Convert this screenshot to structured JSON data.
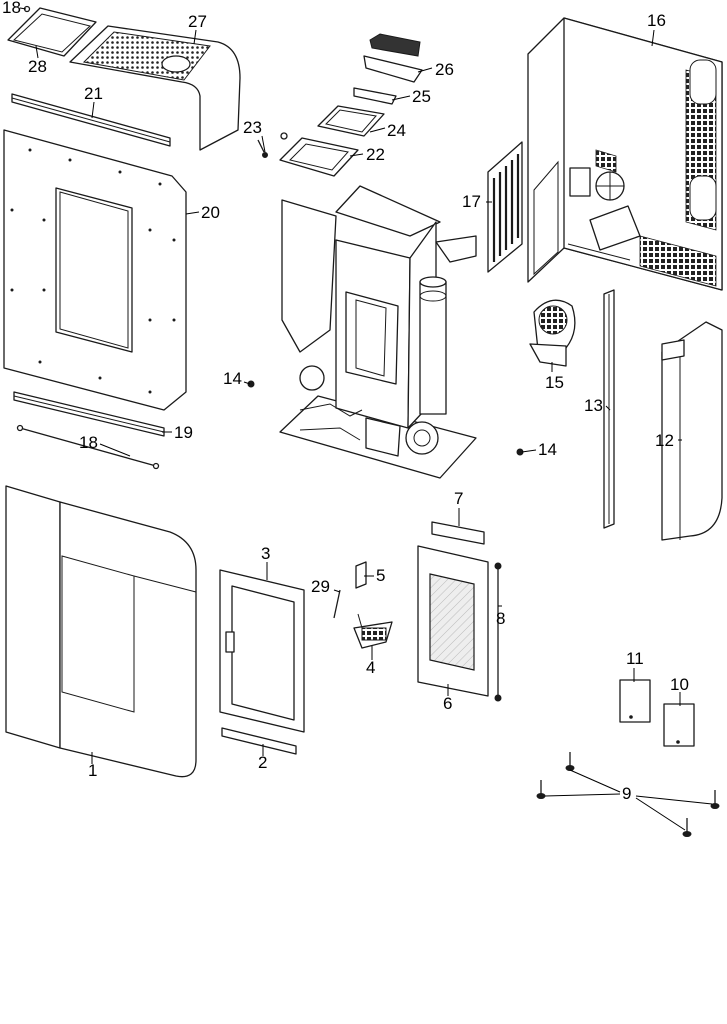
{
  "diagram": {
    "labels": {
      "p1": "1",
      "p2": "2",
      "p3": "3",
      "p4": "4",
      "p5": "5",
      "p6": "6",
      "p7": "7",
      "p8": "8",
      "p9": "9",
      "p10": "10",
      "p11": "11",
      "p12": "12",
      "p13": "13",
      "p14a": "14",
      "p14b": "14",
      "p15": "15",
      "p16": "16",
      "p17": "17",
      "p18a": "18",
      "p18b": "18",
      "p19": "19",
      "p20": "20",
      "p21": "21",
      "p22": "22",
      "p23": "23",
      "p24": "24",
      "p25": "25",
      "p26": "26",
      "p27": "27",
      "p28": "28",
      "p29": "29"
    },
    "colors": {
      "line": "#1a1a1a",
      "background": "#ffffff",
      "glass": "#e6e6e6"
    }
  }
}
